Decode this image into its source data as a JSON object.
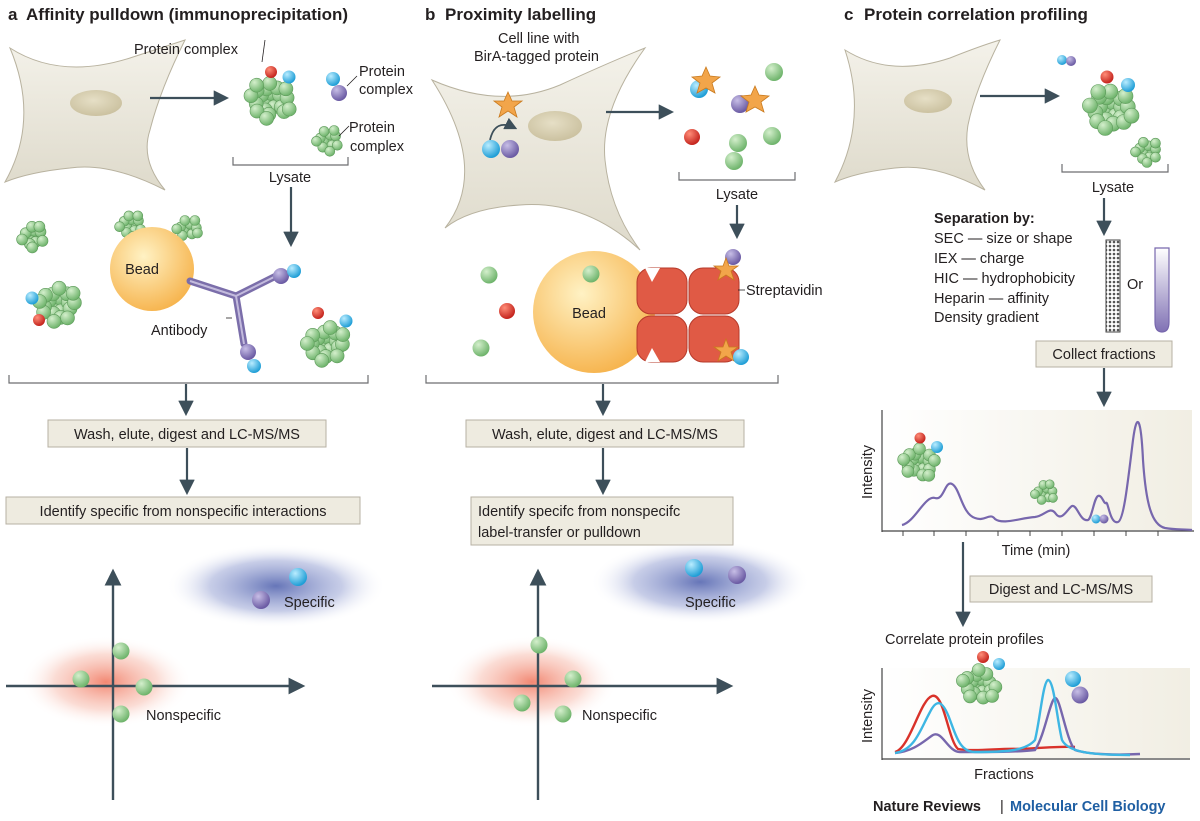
{
  "colors": {
    "green": "#8fc98a",
    "red": "#d9322a",
    "cyan": "#3db6e3",
    "purple": "#8a7cb8",
    "orange": "#f2a54a",
    "bead": "#fbc66c",
    "streptavidin": "#e05a45",
    "cell": "#ebe8da",
    "trace": "#7767ad"
  },
  "panel_a": {
    "letter": "a",
    "title": "Affinity pulldown (immunoprecipitation)",
    "complex_label_1": "Protein complex",
    "complex_label_2a": "Protein",
    "complex_label_2b": "complex",
    "complex_label_3a": "Protein",
    "complex_label_3b": "complex",
    "lysate": "Lysate",
    "bead": "Bead",
    "antibody": "Antibody",
    "step1": "Wash, elute, digest and LC-MS/MS",
    "step2": "Identify specific from nonspecific interactions",
    "specific": "Specific",
    "nonspecific": "Nonspecific"
  },
  "panel_b": {
    "letter": "b",
    "title": "Proximity labelling",
    "cell_line_1": "Cell line with",
    "cell_line_2": "BirA-tagged protein",
    "lysate": "Lysate",
    "bead": "Bead",
    "streptavidin": "Streptavidin",
    "step1": "Wash, elute, digest and LC-MS/MS",
    "step2_line1": "Identify specifc from nonspecifc",
    "step2_line2": "label-transfer or pulldown",
    "specific": "Specific",
    "nonspecific": "Nonspecific"
  },
  "panel_c": {
    "letter": "c",
    "title": "Protein correlation profiling",
    "lysate": "Lysate",
    "separation_title": "Separation by:",
    "separation_items": [
      "SEC — size or shape",
      "IEX — charge",
      "HIC — hydrophobicity",
      "Heparin — affinity",
      "Density gradient"
    ],
    "or": "Or",
    "collect": "Collect fractions",
    "chromatogram_ylabel": "Intensity",
    "chromatogram_xlabel": "Time (min)",
    "digest": "Digest and LC-MS/MS",
    "correlate": "Correlate protein profiles",
    "profile_ylabel": "Intensity",
    "profile_xlabel": "Fractions"
  },
  "footer": {
    "journal": "Nature Reviews",
    "separator": "|",
    "section": "Molecular Cell Biology"
  }
}
